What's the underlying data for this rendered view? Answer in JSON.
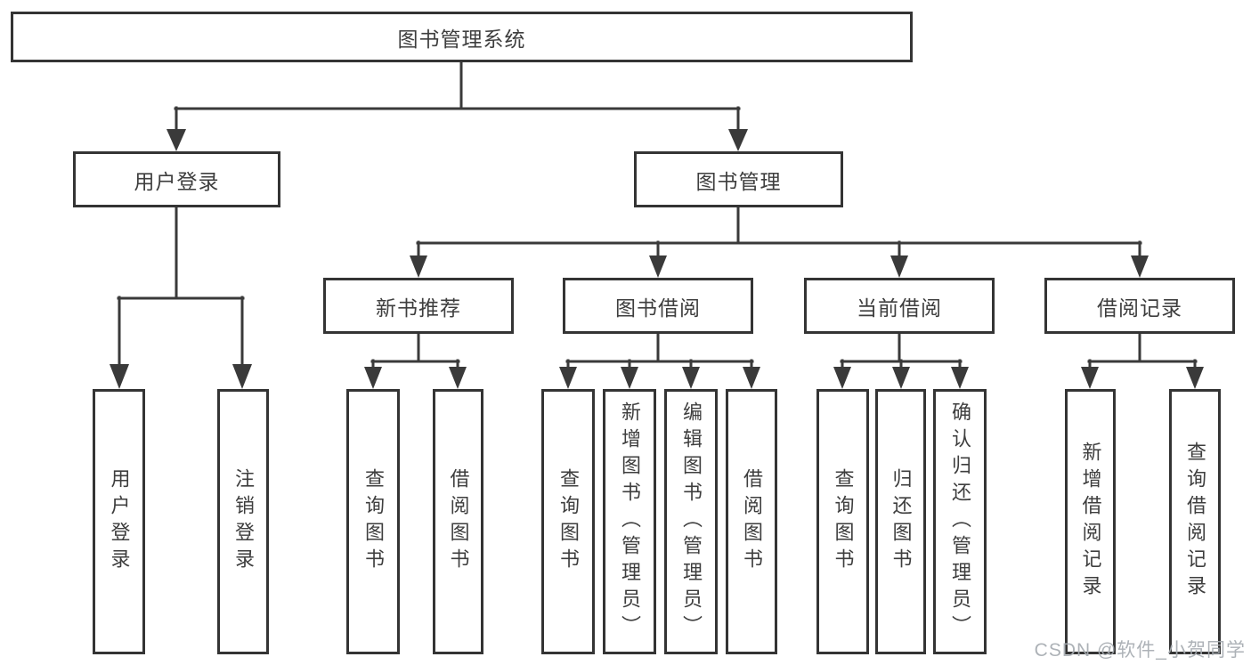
{
  "colors": {
    "line": "#3a3a3a",
    "box_border": "#343434",
    "text": "#3e3e3e",
    "background": "#ffffff",
    "watermark": "#a6abb1"
  },
  "root": {
    "label": "图书管理系统"
  },
  "level2": [
    {
      "label": "用户登录"
    },
    {
      "label": "图书管理"
    }
  ],
  "level3": [
    {
      "label": "新书推荐"
    },
    {
      "label": "图书借阅"
    },
    {
      "label": "当前借阅"
    },
    {
      "label": "借阅记录"
    }
  ],
  "leaves": {
    "user_login": [
      "用户登录",
      "注销登录"
    ],
    "new_books": [
      "查询图书",
      "借阅图书"
    ],
    "book_borrow": [
      "查询图书",
      "新增图书（管理员）",
      "编辑图书（管理员）",
      "借阅图书"
    ],
    "current_borrow": [
      "查询图书",
      "归还图书",
      "确认归还（管理员）"
    ],
    "borrow_records": [
      "新增借阅记录",
      "查询借阅记录"
    ]
  },
  "watermark": {
    "text": "CSDN @软件_小贺同学"
  }
}
